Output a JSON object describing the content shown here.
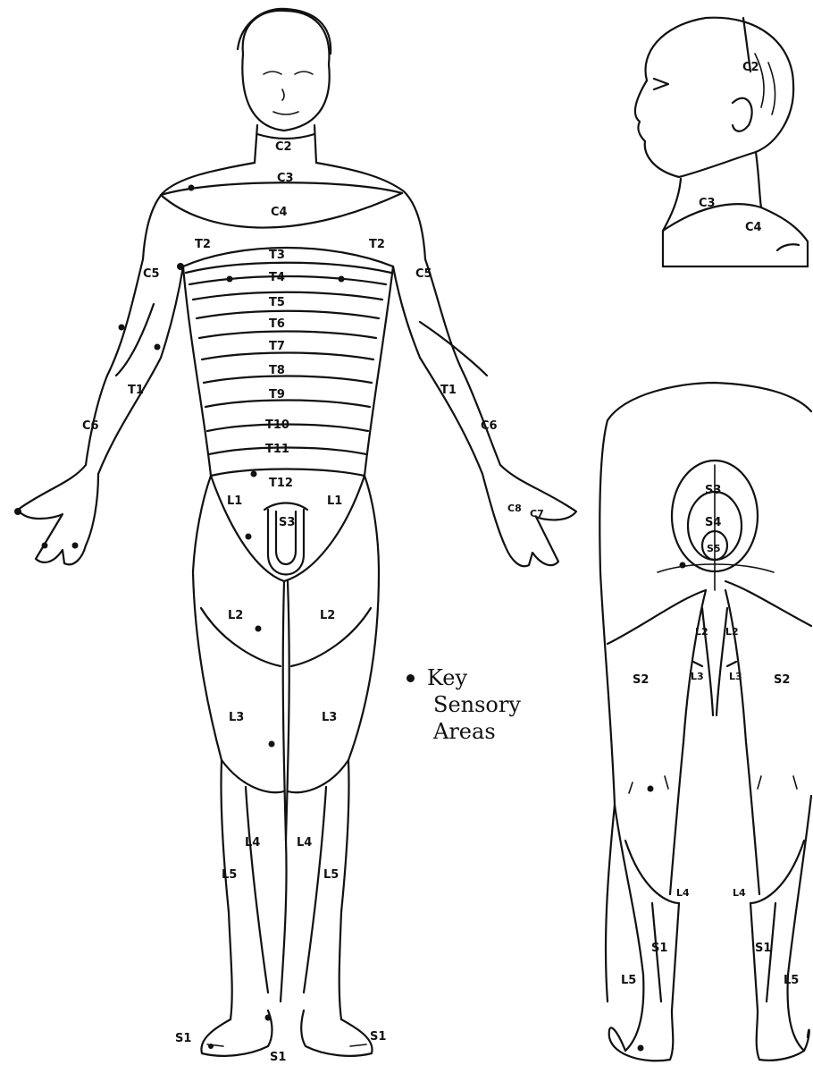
{
  "front": {
    "labels": [
      "C2",
      "C3",
      "C4",
      "T2",
      "T2",
      "T3",
      "T4",
      "T5",
      "T6",
      "T7",
      "T8",
      "T9",
      "T10",
      "T11",
      "T12",
      "C5",
      "C5",
      "C6",
      "C6",
      "T1",
      "T1",
      "L1",
      "L1",
      "S3",
      "L2",
      "L2",
      "L3",
      "L3",
      "L4",
      "L4",
      "L5",
      "L5",
      "S1",
      "S1",
      "S1",
      "C8",
      "C7"
    ]
  },
  "head": {
    "labels": [
      "C2",
      "C3",
      "C4"
    ]
  },
  "back": {
    "labels": [
      "S3",
      "S4",
      "S5",
      "L2",
      "L2",
      "S2",
      "S2",
      "L3",
      "L3",
      "L4",
      "L4",
      "S1",
      "S1",
      "L5",
      "L5"
    ]
  },
  "legend": {
    "line1": "Key",
    "line2": "Sensory",
    "line3": "Areas"
  }
}
